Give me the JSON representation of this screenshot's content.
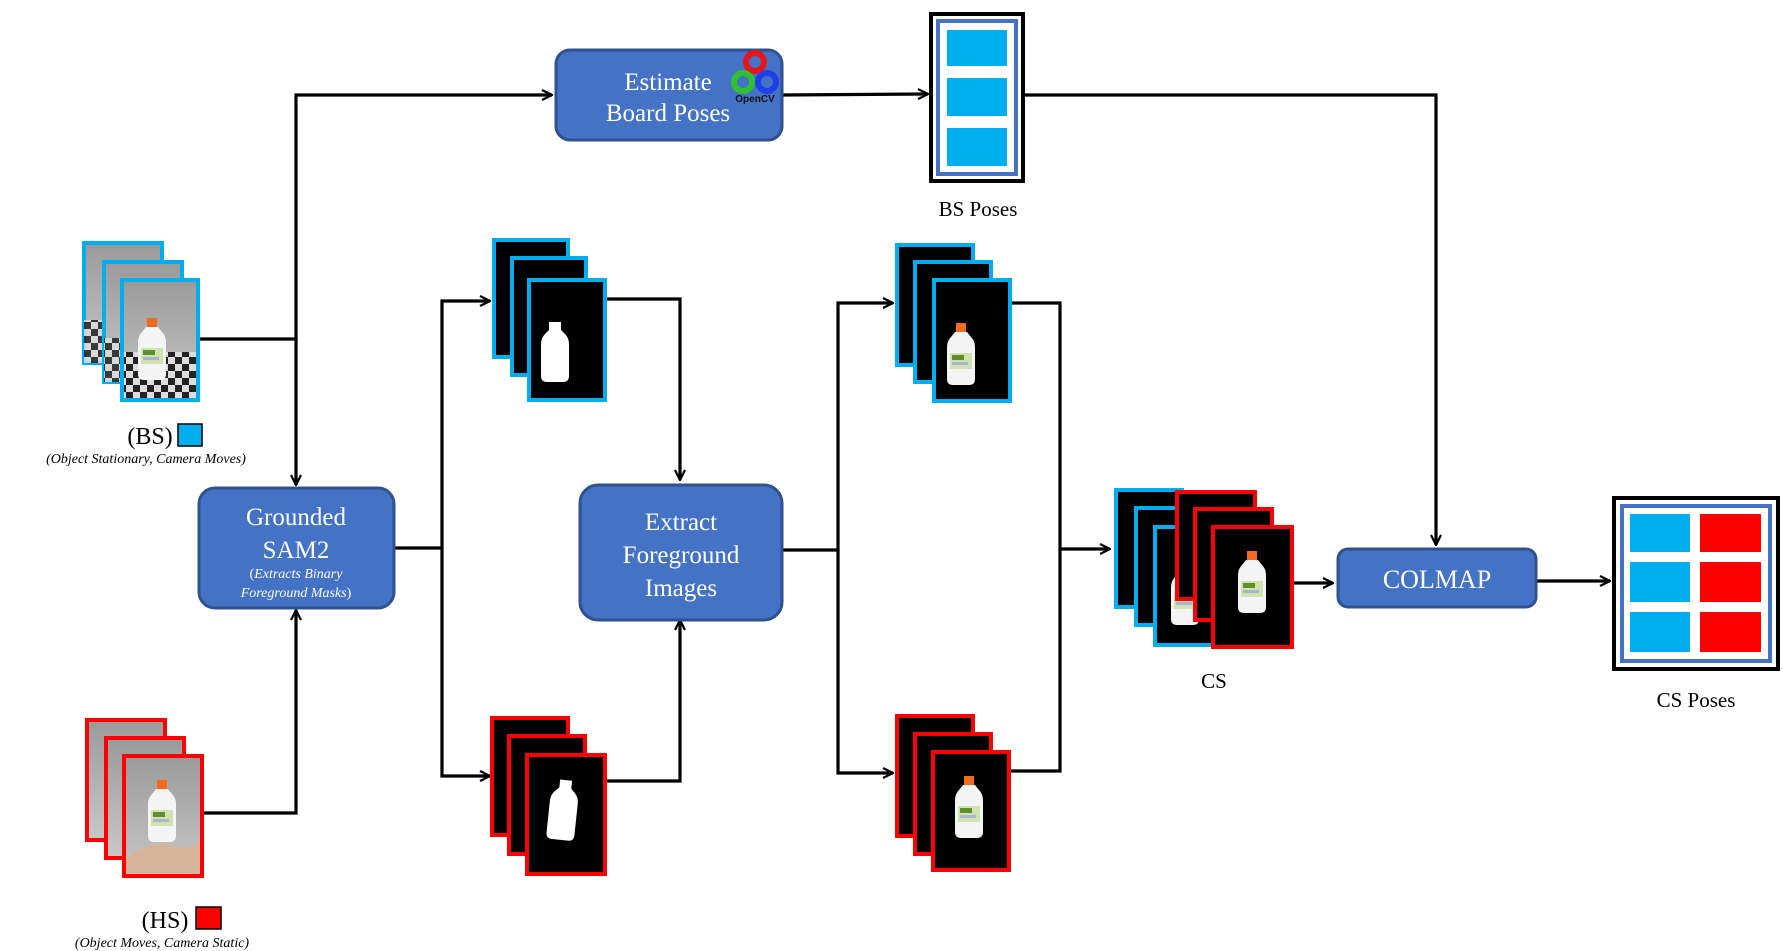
{
  "colors": {
    "bs": "#00aeef",
    "hs": "#ff0000",
    "process_fill": "#4472c4",
    "process_stroke": "#2f528f",
    "arrow": "#000000",
    "mask_bg": "#000000"
  },
  "nodes": {
    "estimate": {
      "line1": "Estimate",
      "line2": "Board  Poses",
      "logo_text": "OpenCV"
    },
    "bs_poses": {
      "caption": "BS Poses"
    },
    "grounded": {
      "line1": "Grounded",
      "line2": "SAM2",
      "sub_open": "(",
      "sub1": "Extracts Binary",
      "sub2": "Foreground Masks",
      "sub_close": ")"
    },
    "extract": {
      "line1": "Extract",
      "line2": "Foreground",
      "line3": "Images"
    },
    "colmap": {
      "label": "COLMAP"
    },
    "cs": {
      "caption": "CS"
    },
    "cs_poses": {
      "caption": "CS Poses"
    },
    "bs_input": {
      "label": "(BS)",
      "sub": "(Object Stationary, Camera Moves)"
    },
    "hs_input": {
      "label": "(HS)",
      "sub": "(Object Moves, Camera Static)"
    }
  },
  "icons": [
    "opencv-logo-icon",
    "bottle-icon",
    "checkerboard-icon",
    "hand-icon"
  ]
}
